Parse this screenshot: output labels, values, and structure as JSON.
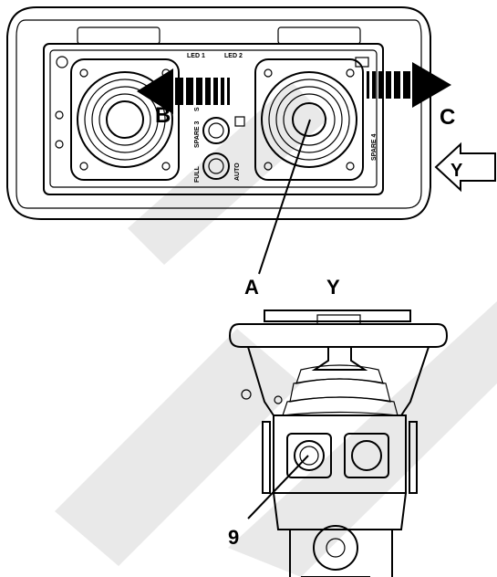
{
  "callouts": {
    "b": "B",
    "c": "C",
    "y_arrow": "Y",
    "a": "A",
    "y_view": "Y",
    "nine": "9"
  },
  "panel_labels": {
    "led1": "LED 1",
    "led2": "LED 2",
    "spare3": "SPARE 3",
    "spare4": "SPARE 4",
    "full": "FULL",
    "auto": "AUTO",
    "s": "S"
  },
  "colors": {
    "line": "#000000",
    "watermark": "#e9e9e9",
    "arrow_fill": "#000000",
    "arrow_outline_fill": "#ffffff"
  }
}
